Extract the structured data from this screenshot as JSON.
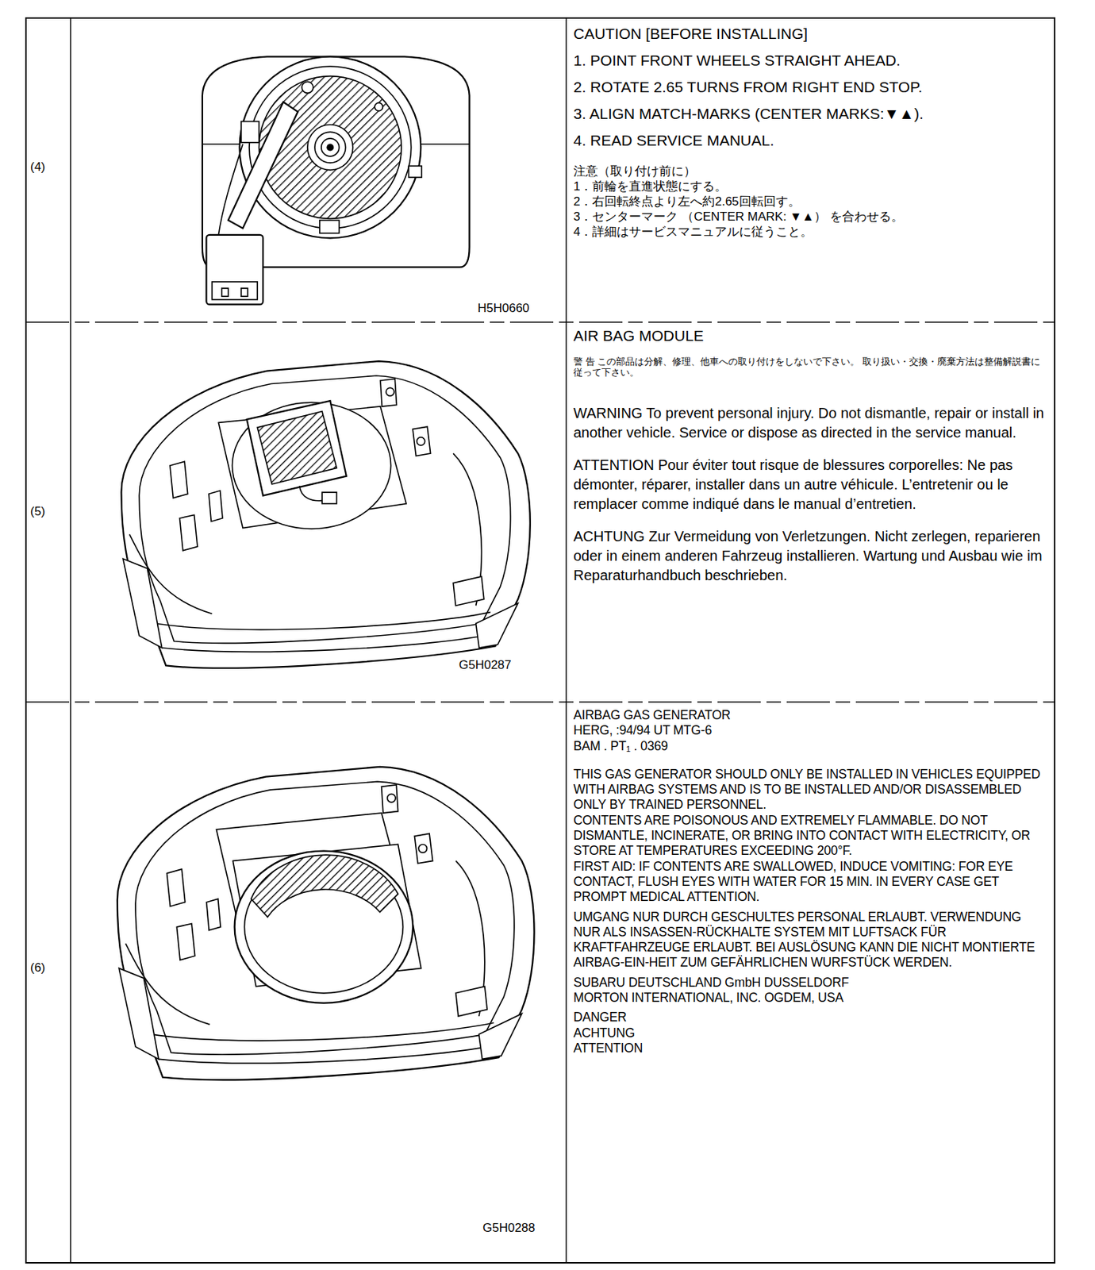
{
  "diagram": {
    "labels": [
      "(4)",
      "H5H0660",
      "CAUTION [BEFORE INSTALLING]",
      "1. POINT FRONT WHEELS STRAIGHT AHEAD.",
      "2. ROTATE 2.65 TURNS FROM RIGHT END STOP.",
      "3. ALIGN MATCH-MARKS (CENTER MARKS:▼▲).",
      "4. READ SERVICE MANUAL.",
      "注意（取り付け前に）",
      "1．前輪を直進状態にする。",
      "2．右回転終点より左へ約2.65回転回す。",
      "3．センターマーク （CENTER MARK: ▼▲） を合わせる。",
      "4．詳細はサービスマニュアルに従うこと。",
      "(5)",
      "G5H0287",
      "AIR BAG MODULE",
      "警 告 この部品は分解、修理、他車への取り付けをしないで下さい。 取り扱い・交換・廃棄方法は整備解説書に従って下さい。",
      "WARNING To prevent personal injury. Do not dismantle, repair or install in another vehicle. Service or dispose as directed in the service manual.",
      "ATTENTION Pour éviter tout risque de blessures corporelles: Ne pas démonter, réparer, installer dans un autre véhicule. L’entretenir ou le remplacer comme indiqué dans le manual d’entretien.",
      "ACHTUNG Zur Vermeidung von Verletzungen. Nicht zerlegen, reparieren oder in einem anderen Fahrzeug installieren. Wartung und Ausbau wie im Reparaturhandbuch beschrieben.",
      "(6)",
      "G5H0288",
      "AIRBAG GAS GENERATOR",
      "HERG, :94/94 UT MTG-6",
      "BAM . PT₁ . 0369",
      "THIS GAS GENERATOR SHOULD ONLY BE INSTALLED IN VEHICLES EQUIPPED WITH AIRBAG SYSTEMS AND IS TO BE INSTALLED AND/OR DISASSEMBLED ONLY BY TRAINED PERSONNEL.",
      "CONTENTS ARE POISONOUS AND EXTREMELY FLAMMABLE. DO NOT DISMANTLE, INCINERATE, OR BRING INTO CONTACT WITH ELECTRICITY, OR STORE AT TEMPERATURES EXCEEDING 200°F.",
      "FIRST AID: IF CONTENTS ARE SWALLOWED, INDUCE VOMITING: FOR EYE CONTACT, FLUSH EYES WITH WATER FOR 15 MIN. IN EVERY CASE GET PROMPT MEDICAL ATTENTION.",
      "UMGANG NUR DURCH GESCHULTES PERSONAL ERLAUBT. VERWENDUNG NUR ALS INSASSEN-RÜCKHALTE SYSTEM MIT LUFTSACK FÜR KRAFTFAHRZEUGE ERLAUBT. BEI AUSLÖSUNG KANN DIE NICHT MONTIERTE AIRBAG-EIN-HEIT ZUM GEFÄHRLICHEN WURFSTÜCK WERDEN.",
      "SUBARU DEUTSCHLAND GmbH DUSSELDORF",
      "MORTON INTERNATIONAL, INC. OGDEM, USA",
      "DANGER",
      "ACHTUNG",
      "ATTENTION"
    ]
  }
}
